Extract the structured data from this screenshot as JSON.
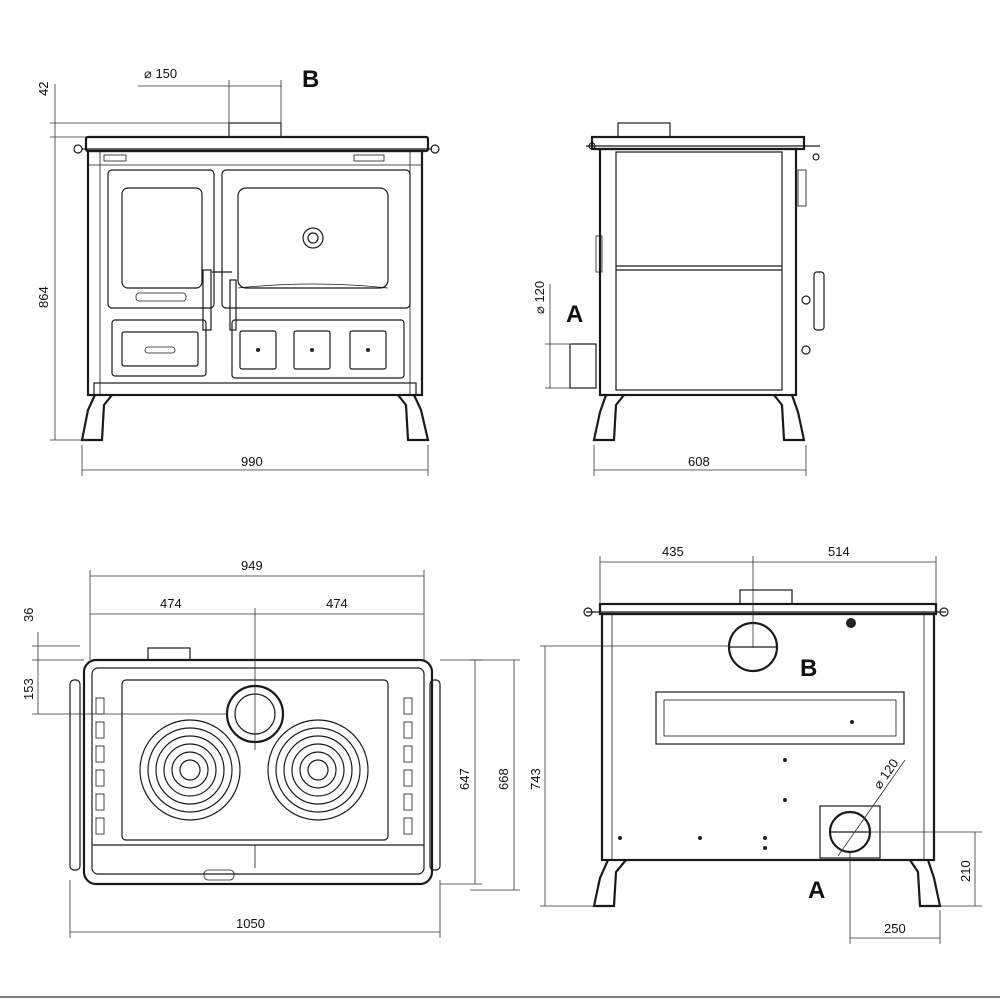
{
  "front_view": {
    "flue_diameter": "⌀ 150",
    "flue_label": "B",
    "top_offset": "42",
    "height": "864",
    "width": "990"
  },
  "side_view": {
    "inlet_label": "A",
    "inlet_diameter": "⌀ 120",
    "depth": "608"
  },
  "top_view": {
    "overall_inner_width": "949",
    "left_half": "474",
    "right_half": "474",
    "front_offset": "36",
    "flue_offset": "153",
    "inner_depth": "647",
    "outer_depth": "668",
    "overall_width": "1050"
  },
  "rear_view": {
    "left_offset": "435",
    "right_offset": "514",
    "flue_label": "B",
    "height": "743",
    "inlet_diameter": "⌀ 120",
    "inlet_label": "A",
    "inlet_height": "210",
    "inlet_side_offset": "250"
  }
}
